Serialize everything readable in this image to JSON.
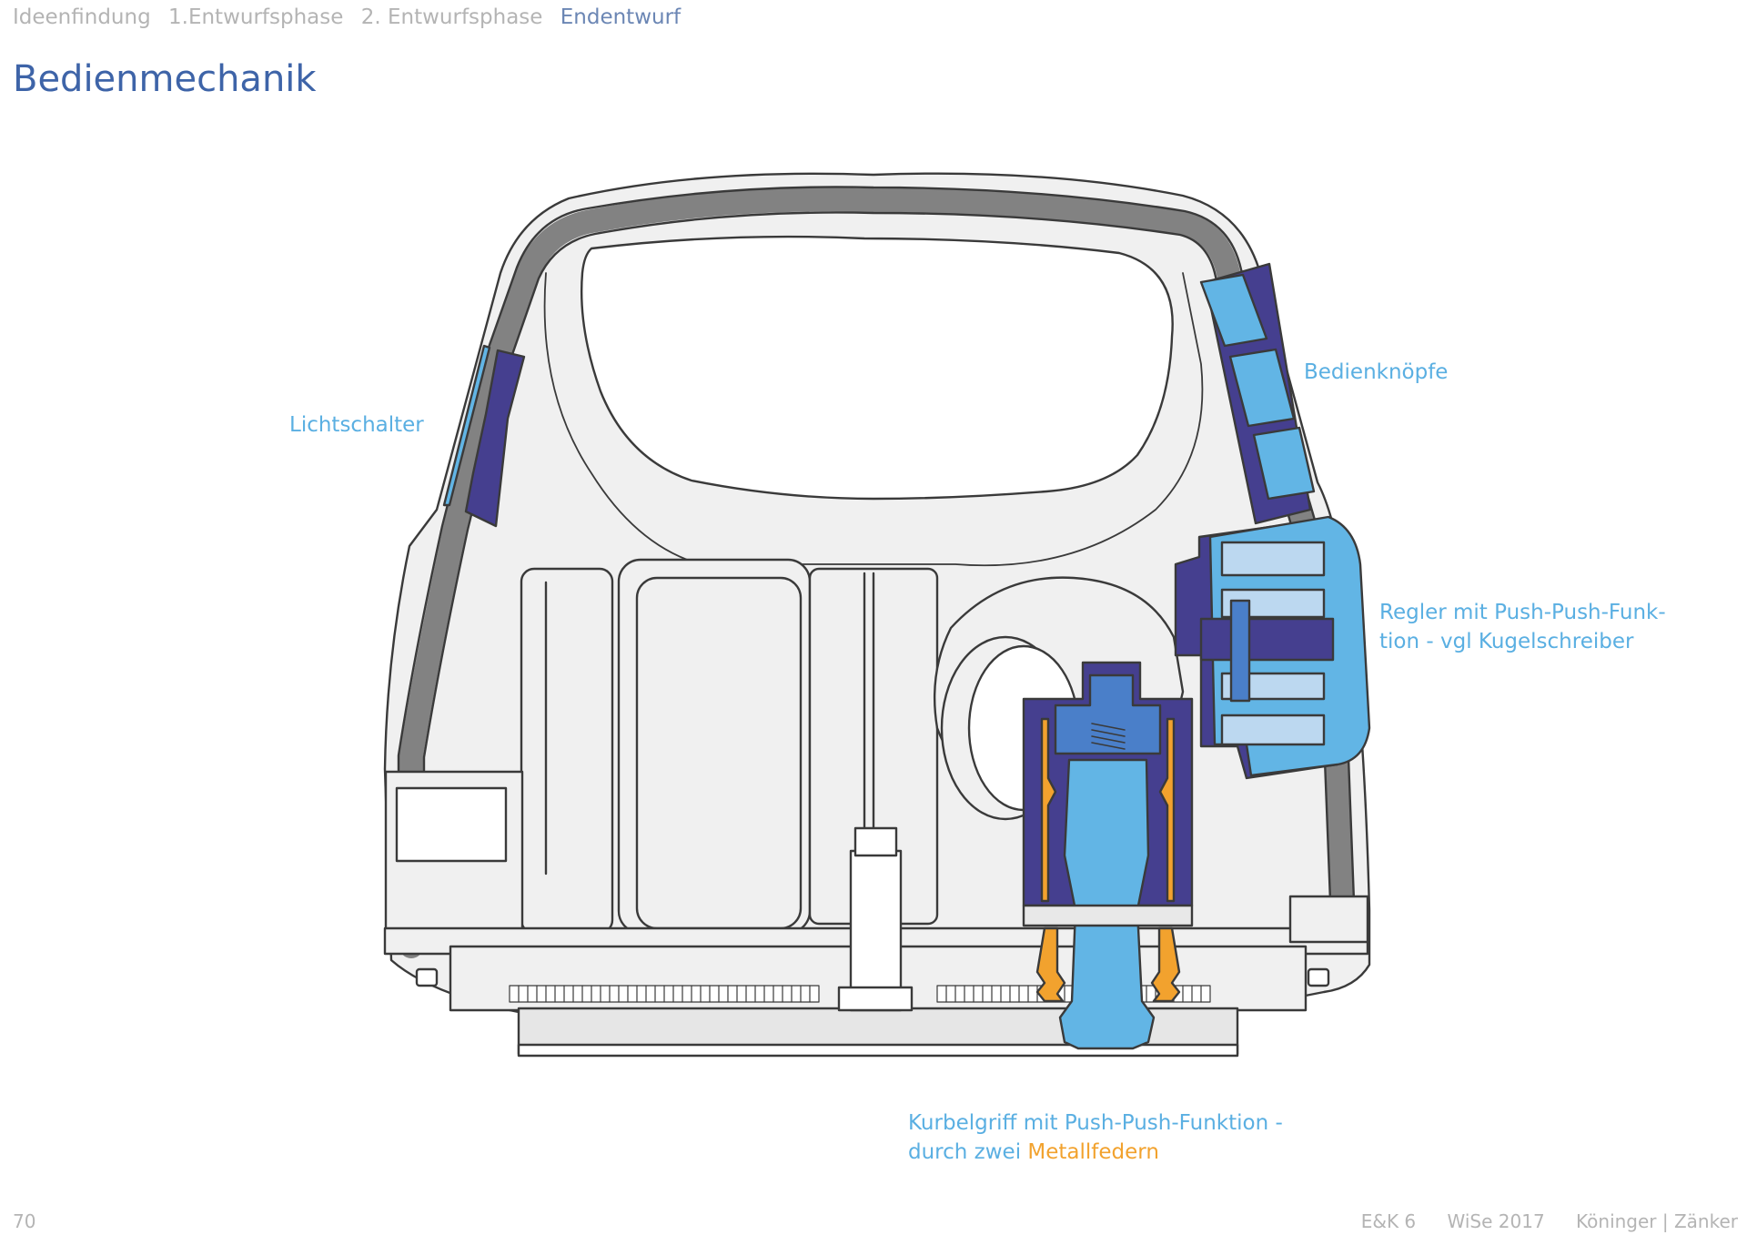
{
  "breadcrumb": [
    "Ideenfindung",
    "1.Entwurfsphase",
    "2. Entwurfsphase",
    "Endentwurf"
  ],
  "title": "Bedienmechanik",
  "labels": {
    "lichtschalter": "Lichtschalter",
    "bedienknoepfe": "Bedienknöpfe",
    "regler_line1": "Regler mit Push-Push-Funk-",
    "regler_line2": "tion - vgl Kugelschreiber",
    "kurbel_line1": "Kurbelgriff mit Push-Push-Funktion -",
    "kurbel_line2_prefix": "durch zwei ",
    "kurbel_line2_accent": "Metallfedern"
  },
  "footer": {
    "page_number": "70",
    "course": "E&K 6",
    "semester": "WiSe 2017",
    "authors": "Köninger | Zänker"
  },
  "colors": {
    "dark_blue": "#453f8f",
    "light_blue": "#62b5e5",
    "pale_blue": "#bcd8f0",
    "mid_blue": "#4a7fc9",
    "orange": "#f2a22e",
    "grey_band": "#828282",
    "body_fill": "#efefef",
    "outline": "#3a3a3a"
  }
}
